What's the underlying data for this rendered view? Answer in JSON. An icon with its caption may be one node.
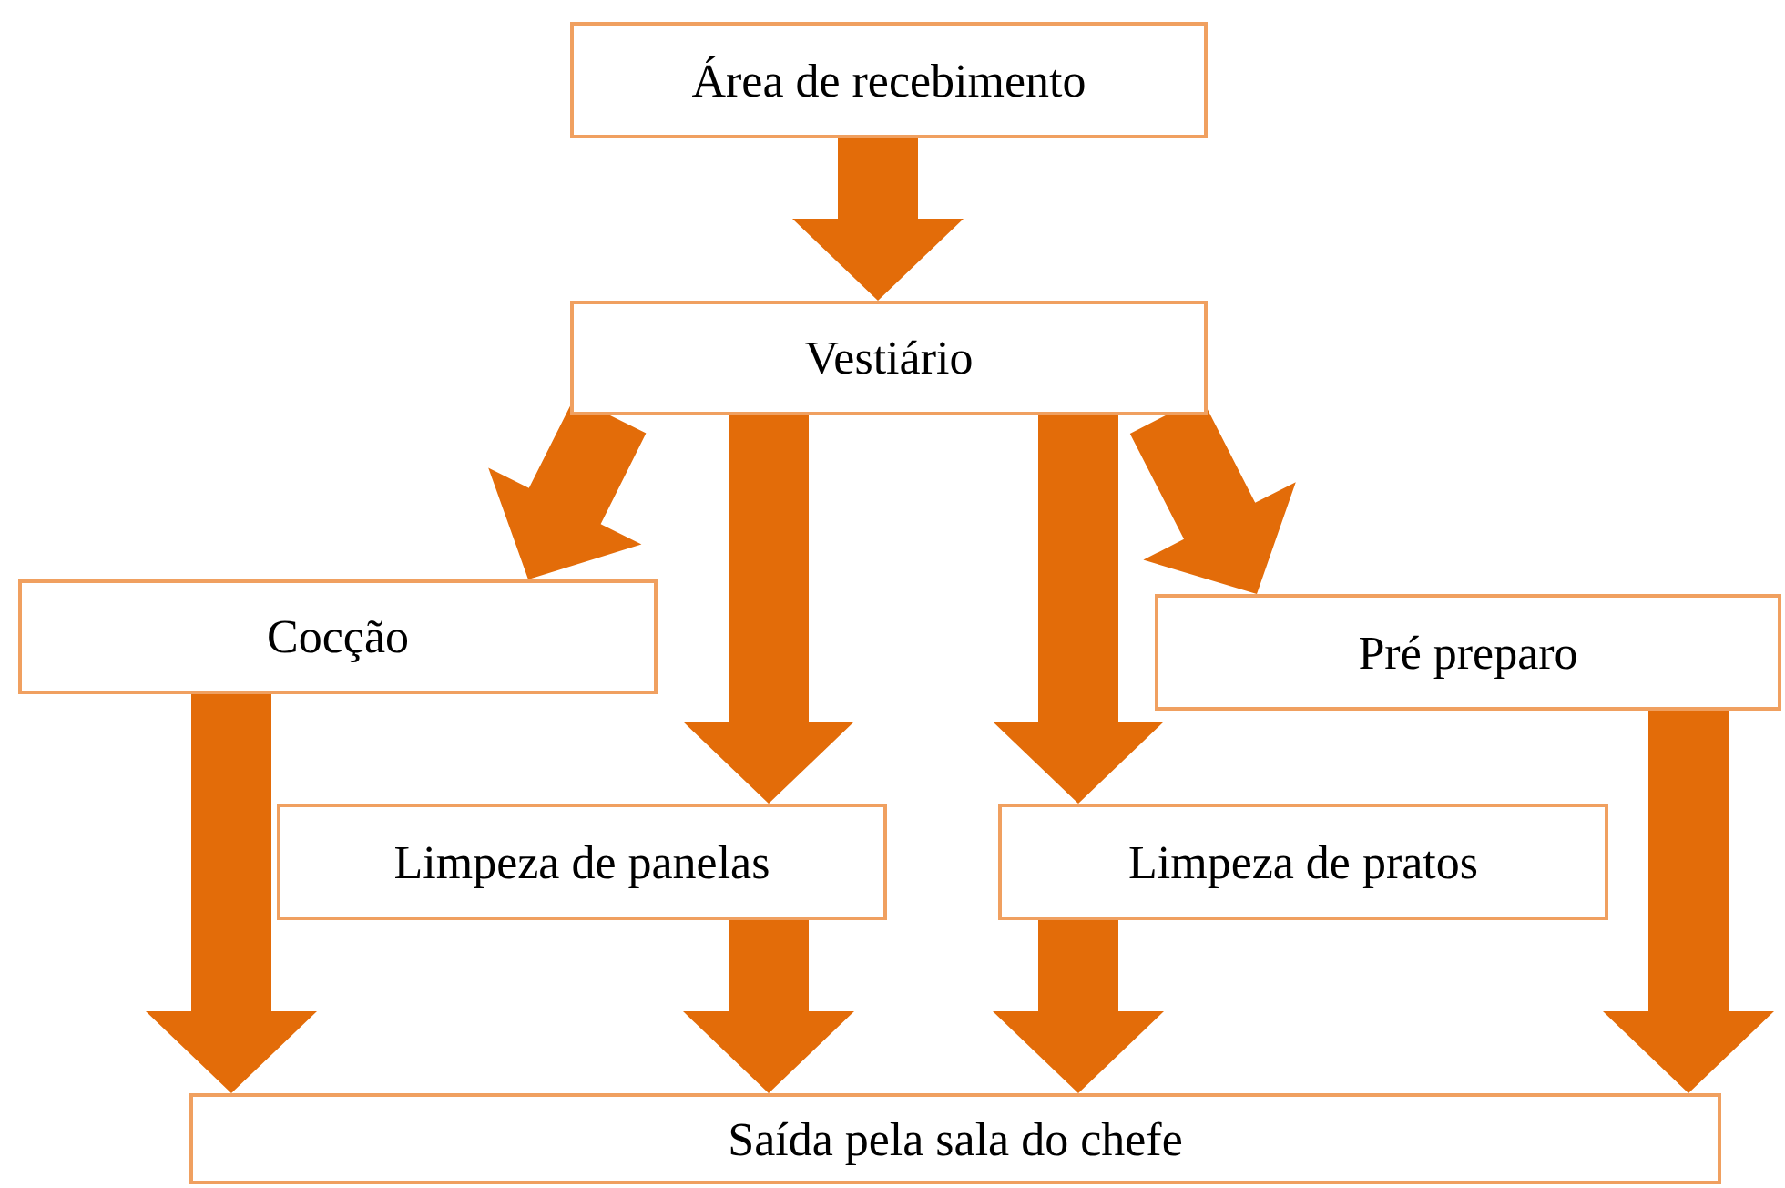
{
  "diagram": {
    "nodes": [
      {
        "text": [
          "Área de recebimento"
        ]
      },
      {
        "text": [
          "Vestiário"
        ]
      },
      {
        "text": [
          "Cocção"
        ]
      },
      {
        "text": [
          "Pré preparo"
        ]
      },
      {
        "text": [
          "Limpeza de panelas"
        ]
      },
      {
        "text": [
          "Limpeza de pratos"
        ]
      },
      {
        "text": [
          "Saída pela sala do chefe"
        ]
      }
    ],
    "edges": [
      {
        "from": 0,
        "to": 1,
        "arrow": "to"
      },
      {
        "from": 1,
        "to": 2,
        "arrow": "to"
      },
      {
        "from": 1,
        "to": 4,
        "arrow": "to"
      },
      {
        "from": 1,
        "to": 5,
        "arrow": "to"
      },
      {
        "from": 1,
        "to": 3,
        "arrow": "to"
      },
      {
        "from": 2,
        "to": 6,
        "arrow": "to"
      },
      {
        "from": 4,
        "to": 6,
        "arrow": "to"
      },
      {
        "from": 5,
        "to": 6,
        "arrow": "to"
      },
      {
        "from": 3,
        "to": 6,
        "arrow": "to"
      }
    ]
  }
}
